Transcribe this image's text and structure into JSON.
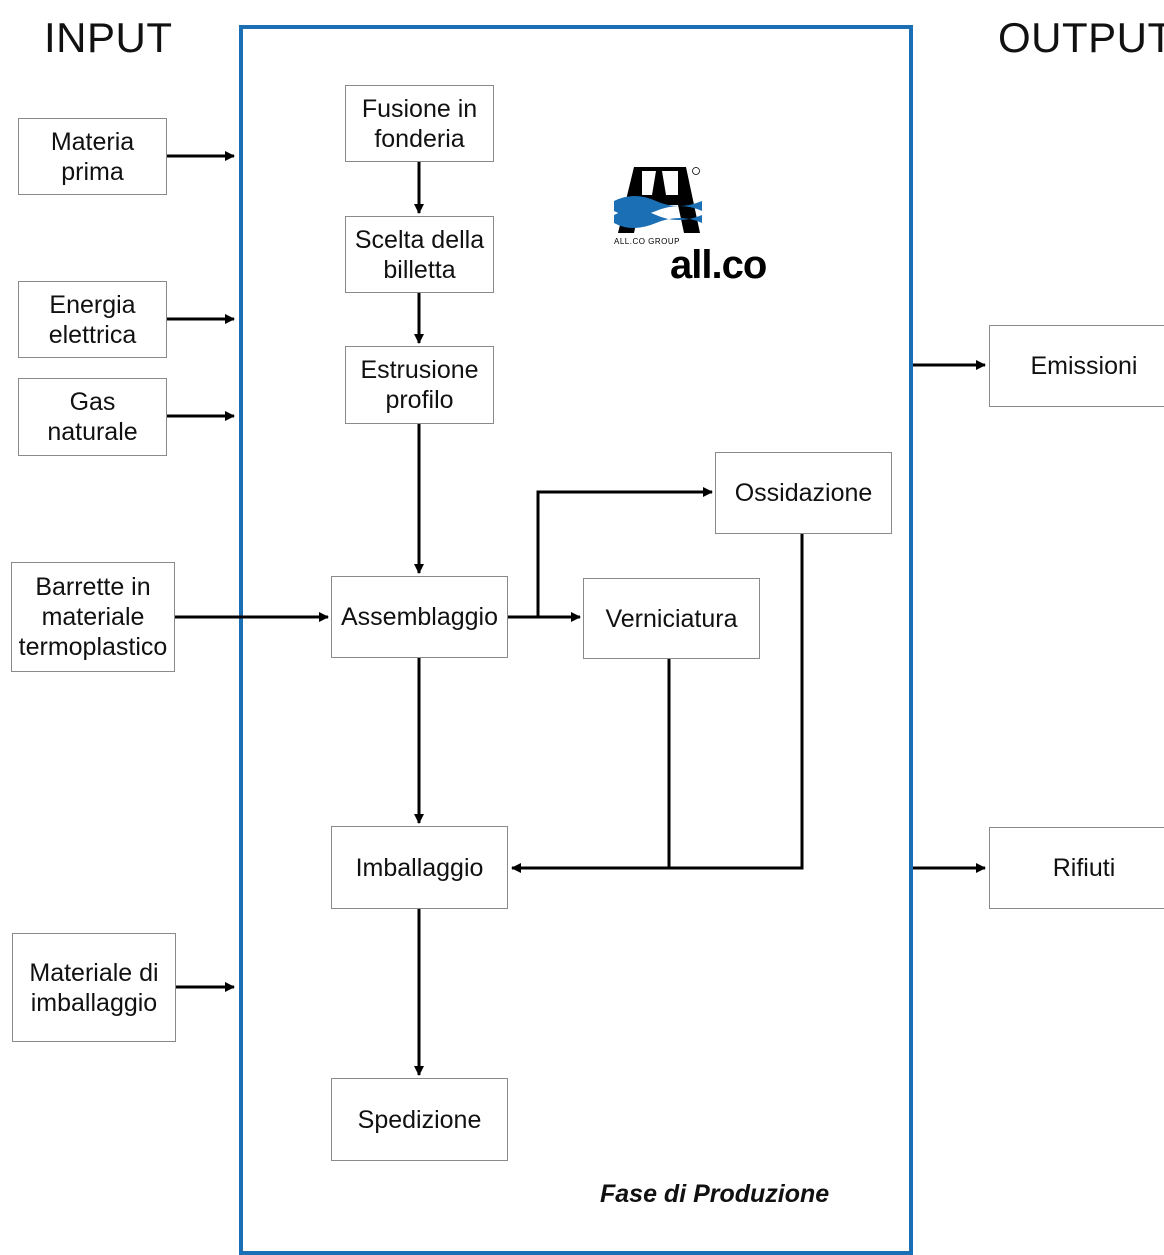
{
  "headers": {
    "input": "INPUT",
    "output": "OUTPUT"
  },
  "inputs": {
    "materia_prima": "Materia\nprima",
    "energia_elettrica": "Energia\nelettrica",
    "gas_naturale": "Gas\nnaturale",
    "barrette": "Barrette in\nmateriale\ntermoplastico",
    "materiale_imballaggio": "Materiale di\nimballaggio"
  },
  "process": {
    "fusione": "Fusione in\nfonderia",
    "scelta": "Scelta della\nbilletta",
    "estrusione": "Estrusione\nprofilo",
    "assemblaggio": "Assemblaggio",
    "verniciatura": "Verniciatura",
    "ossidazione": "Ossidazione",
    "imballaggio": "Imballaggio",
    "spedizione": "Spedizione"
  },
  "outputs": {
    "emissioni": "Emissioni",
    "rifiuti": "Rifiuti"
  },
  "phase_label": "Fase di Produzione",
  "logo": {
    "word": "all.co",
    "tagline": "ALL.CO GROUP",
    "brand_color": "#1a6fb5"
  },
  "colors": {
    "frame": "#1a6fb5",
    "arrows": "#000000"
  }
}
